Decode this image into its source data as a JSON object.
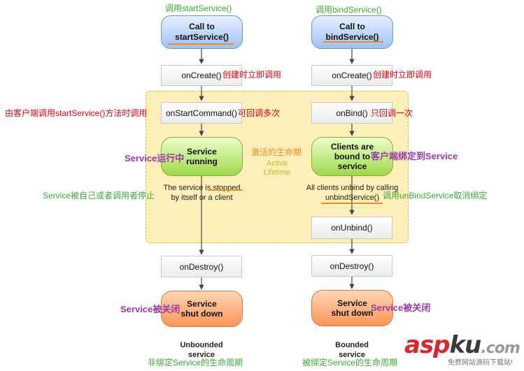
{
  "labels": {
    "call_start_hint": "调用startService()",
    "call_bind_hint": "调用bindService()",
    "on_create_note_left": "创建时立即调用",
    "on_create_note_right": "创建时立即调用",
    "start_command_note": "由客户端调用startService()方法时调用",
    "start_command_repeat": "可回调多次",
    "on_bind_note": "只回调一次",
    "service_running_note": "Service运行中",
    "active_lifetime_cn": "激活的生命期",
    "active_lifetime_en_1": "Active",
    "active_lifetime_en_2": "Lifetime",
    "client_bound_note": "客户端绑定到Service",
    "stopped_note": "Service被自己或者调用者停止",
    "unbind_note": "调用unBindService取消绑定",
    "shut_note_left": "Service被关闭",
    "shut_note_right": "Service被关闭",
    "unbounded_footer": "非绑定Service的生命周期",
    "bounded_footer": "被绑定Service的生命周期"
  },
  "left": {
    "call_line1": "Call to",
    "call_line2": "startService()",
    "on_create": "onCreate()",
    "on_start_command": "onStartCommand()",
    "running_line1": "Service",
    "running_line2": "running",
    "stopped_line1": "The service is stopped",
    "stopped_line2": "by itself or a client",
    "on_destroy": "onDestroy()",
    "shut_line1": "Service",
    "shut_line2": "shut down",
    "caption_line1": "Unbounded",
    "caption_line2": "service"
  },
  "right": {
    "call_line1": "Call to",
    "call_line2": "bindService()",
    "on_create": "onCreate()",
    "on_bind": "onBind()",
    "bound_line1": "Clients are",
    "bound_line2": "bound to",
    "bound_line3": "service",
    "unbind_line1": "All clients unbind by calling",
    "unbind_line2": "unbindService()",
    "on_unbind": "onUnbind()",
    "on_destroy": "onDestroy()",
    "shut_line1": "Service",
    "shut_line2": "shut down",
    "caption_line1": "Bounded",
    "caption_line2": "service"
  },
  "watermark": {
    "brand_asp": "asp",
    "brand_ku": "ku",
    "brand_com": ".com",
    "tagline": "免费网站源码下载站!"
  },
  "colors": {
    "annotation_red": "#e60012",
    "annotation_green": "#3aaa35",
    "annotation_purple": "#9b3aa6",
    "annotation_orange": "#f08a25",
    "active_region_fill": "#fdefb8",
    "active_region_border": "#e3b845",
    "call_box_fill": "#9fc1f2",
    "running_box_fill": "#9fd84a",
    "shutdown_box_fill": "#fb9656"
  }
}
